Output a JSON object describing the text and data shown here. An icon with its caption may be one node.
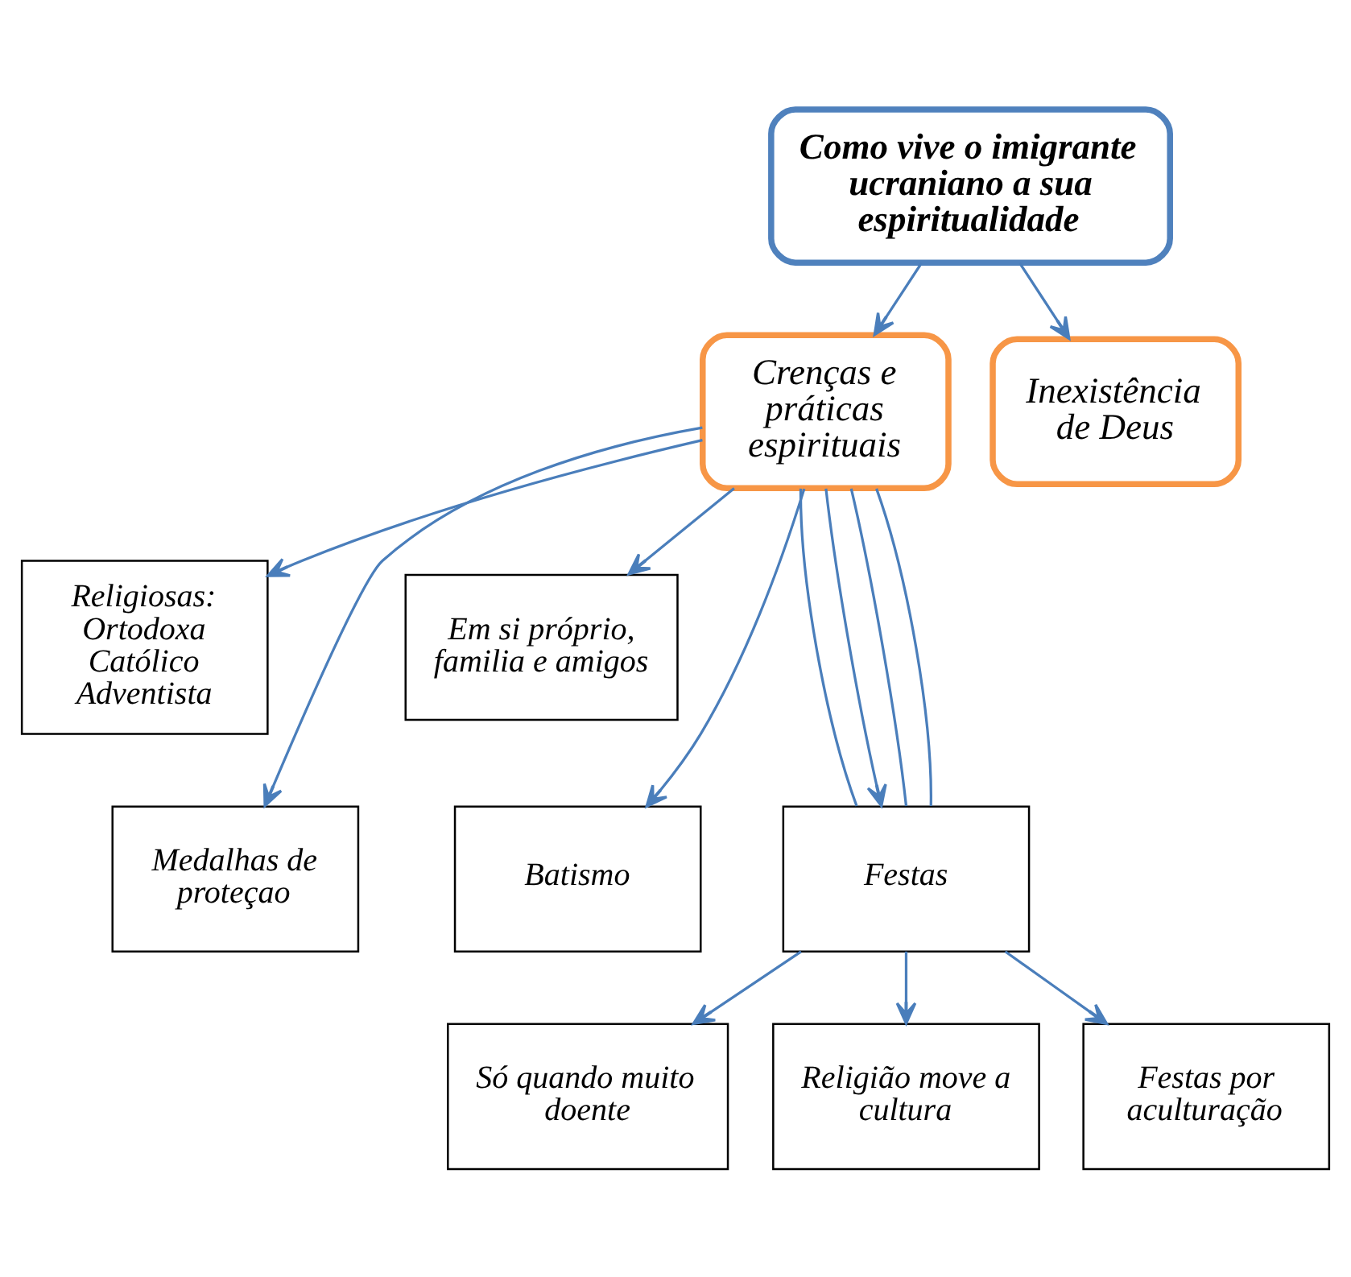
{
  "diagram": {
    "nodes": [
      {
        "text": [
          "Como vive o imigrante ucraniano a sua espiritualidade"
        ]
      },
      {
        "text": [
          "Crenças e práticas espirituais"
        ]
      },
      {
        "text": [
          "Inexistência de Deus"
        ]
      },
      {
        "text": [
          "Religiosas: Ortodoxa Católico Adventista"
        ]
      },
      {
        "text": [
          "Em si próprio, familia e amigos"
        ]
      },
      {
        "text": [
          "Medalhas de proteçao"
        ]
      },
      {
        "text": [
          "Festas"
        ]
      },
      {
        "text": [
          "Batismo"
        ]
      },
      {
        "text": [
          "Só quando muito doente"
        ]
      },
      {
        "text": [
          "Religião move a cultura"
        ]
      },
      {
        "text": [
          "Festas por aculturação"
        ]
      }
    ],
    "edges": [
      {
        "from": 0,
        "to": 1,
        "arrow": "to"
      },
      {
        "from": 0,
        "to": 2,
        "arrow": "to"
      },
      {
        "from": 1,
        "to": 3,
        "arrow": "to"
      },
      {
        "from": 1,
        "to": 5,
        "arrow": "to"
      },
      {
        "from": 1,
        "to": 6,
        "arrow": "none"
      },
      {
        "from": 1,
        "to": 6,
        "arrow": "to"
      },
      {
        "from": 1,
        "to": 6,
        "arrow": "none"
      },
      {
        "from": 1,
        "to": 6,
        "arrow": "none"
      },
      {
        "from": 1,
        "to": 7,
        "arrow": "to"
      },
      {
        "from": 1,
        "to": 4,
        "arrow": "to"
      },
      {
        "from": 6,
        "to": 8,
        "arrow": "to"
      },
      {
        "from": 6,
        "to": 9,
        "arrow": "to"
      },
      {
        "from": 6,
        "to": 10,
        "arrow": "to"
      }
    ]
  }
}
